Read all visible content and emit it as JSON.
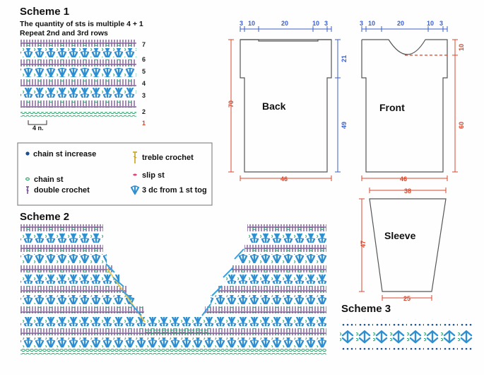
{
  "scheme1": {
    "title": "Scheme 1",
    "note1": "The quantity of sts is multiple 4 + 1",
    "note2": "Repeat 2nd and 3rd rows",
    "row_numbers": [
      "7",
      "6",
      "5",
      "4",
      "3",
      "2",
      "1"
    ],
    "repeat_label": "4 n."
  },
  "legend": {
    "chain_increase": "chain st increase",
    "treble": "treble crochet",
    "slip": "slip st",
    "chain": "chain st",
    "double": "double crochet",
    "three_dc": "3 dc from 1 st tog"
  },
  "back": {
    "label": "Back",
    "top_dims": [
      "3",
      "10",
      "20",
      "10",
      "3"
    ],
    "height_total": "70",
    "armhole": "21",
    "body": "49",
    "width": "46"
  },
  "front": {
    "label": "Front",
    "top_dims": [
      "3",
      "10",
      "20",
      "10",
      "3"
    ],
    "neck": "10",
    "height": "60",
    "width": "46"
  },
  "sleeve": {
    "label": "Sleeve",
    "top": "38",
    "height": "47",
    "bottom": "25"
  },
  "scheme2": {
    "title": "Scheme 2"
  },
  "scheme3": {
    "title": "Scheme 3"
  },
  "colors": {
    "blue": "#3aa0dc",
    "purple": "#6a3d8a",
    "green": "#2aa36b",
    "red": "#d9462b",
    "navy": "#1b4d8f",
    "yellow": "#e6c84a",
    "pink": "#e0457a"
  }
}
